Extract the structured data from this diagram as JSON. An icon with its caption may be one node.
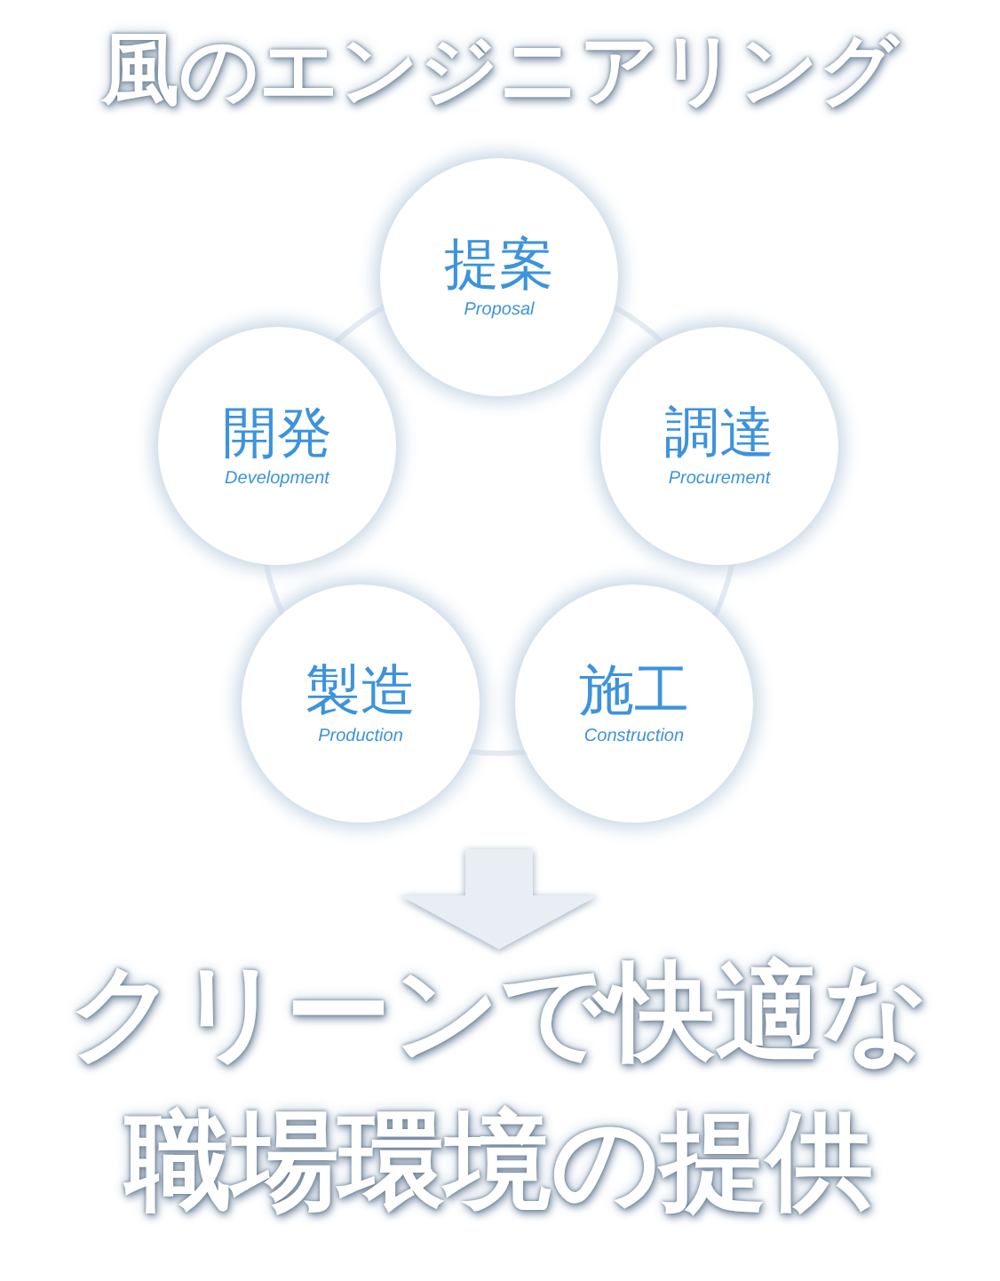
{
  "diagram": {
    "title": "風のエンジニアリング",
    "nodes": [
      {
        "text": [
          "提案",
          "Proposal"
        ]
      },
      {
        "text": [
          "開発",
          "Development"
        ]
      },
      {
        "text": [
          "調達",
          "Procurement"
        ]
      },
      {
        "text": [
          "製造",
          "Production"
        ]
      },
      {
        "text": [
          "施工",
          "Construction"
        ]
      },
      {
        "text": [
          "クリーンで快適な職場環境の提供"
        ]
      }
    ],
    "edges": [
      {
        "from": 0,
        "to": 2,
        "arrow": "none"
      },
      {
        "from": 2,
        "to": 4,
        "arrow": "none"
      },
      {
        "from": 4,
        "to": 3,
        "arrow": "none"
      },
      {
        "from": 3,
        "to": 1,
        "arrow": "none"
      },
      {
        "from": 1,
        "to": 0,
        "arrow": "none"
      },
      {
        "from": null,
        "to": 5,
        "arrow": "to",
        "style": "thick"
      }
    ]
  }
}
